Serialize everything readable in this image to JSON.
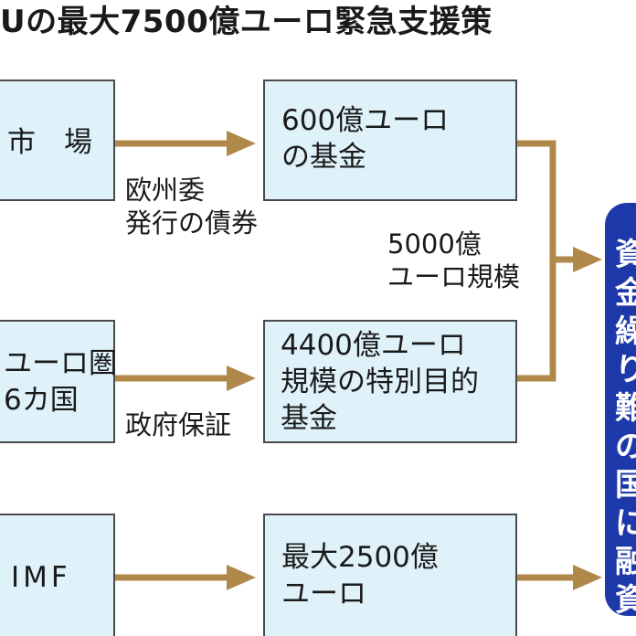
{
  "title": "Uの最大7500億ユーロ緊急支援策",
  "boxes": {
    "market": "市　場",
    "fund600": "600億ユーロ\nの基金",
    "euro16": "ユーロ圏\n6カ国",
    "fund4400": "4400億ユーロ\n規模の特別目的\n基金",
    "imf": "IMF",
    "imf2500": "最大2500億\nユーロ"
  },
  "labels": {
    "bonds": "欧州委\n発行の債券",
    "guarantee": "政府保証",
    "scale5000": "5000億\nユーロ規模"
  },
  "result": "資金繰り難の国に融資",
  "colors": {
    "box_fill": "#dff2fa",
    "arrow": "#b0894a",
    "result_fill": "#1d38a8"
  }
}
